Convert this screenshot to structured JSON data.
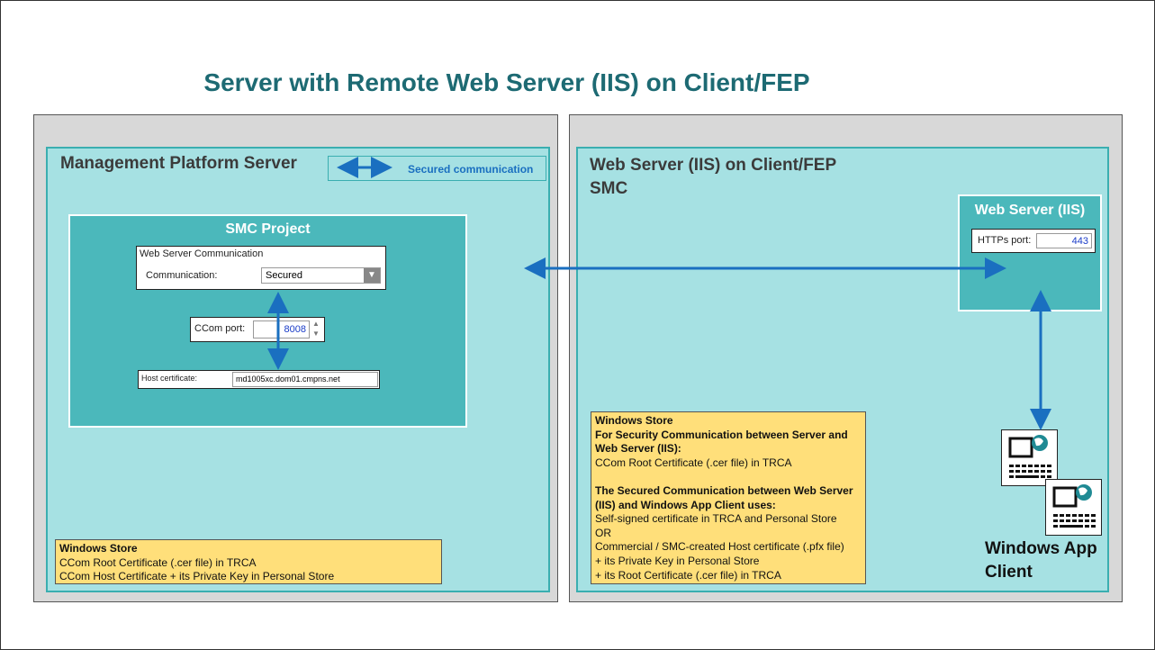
{
  "title": "Server with Remote Web Server (IIS) on Client/FEP",
  "left": {
    "heading": "Management Platform Server",
    "legend_label": "Secured communication",
    "smc_project": {
      "title": "SMC Project",
      "web_server_comm_title": "Web Server Communication",
      "communication_label": "Communication:",
      "communication_value": "Secured",
      "ccom_port_label": "CCom port:",
      "ccom_port_value": "8008",
      "host_cert_label": "Host certificate:",
      "host_cert_value": "md1005xc.dom01.cmpns.net"
    },
    "store_note": {
      "title": "Windows Store",
      "line1": "CCom Root Certificate (.cer file) in TRCA",
      "line2": "CCom Host Certificate + its Private Key in Personal Store"
    }
  },
  "right": {
    "heading_line1": "Web Server (IIS) on Client/FEP",
    "heading_line2": "SMC",
    "web_server_box": {
      "title": "Web Server (IIS)",
      "https_label": "HTTPs port:",
      "https_value": "443"
    },
    "store_note": {
      "title": "Windows Store",
      "bold1": "For  Security Communication between Server and Web Server (IIS):",
      "line1": "CCom Root Certificate (.cer file) in TRCA",
      "bold2": "The  Secured Communication  between Web Server (IIS) and Windows App Client uses:",
      "line2": "Self-signed certificate in TRCA  and Personal Store",
      "line3": "OR",
      "line4": "Commercial / SMC-created Host certificate (.pfx file)",
      "line5": "+  its Private Key in Personal Store",
      "line6": "+  its Root Certificate (.cer file) in TRCA"
    },
    "client_label": "Windows App Client"
  },
  "colors": {
    "title": "#1d6a73",
    "arrow": "#1a6fc0",
    "teal_panel": "#a6e1e3",
    "teal_box": "#4bb8bb",
    "note": "#ffdf7a"
  }
}
